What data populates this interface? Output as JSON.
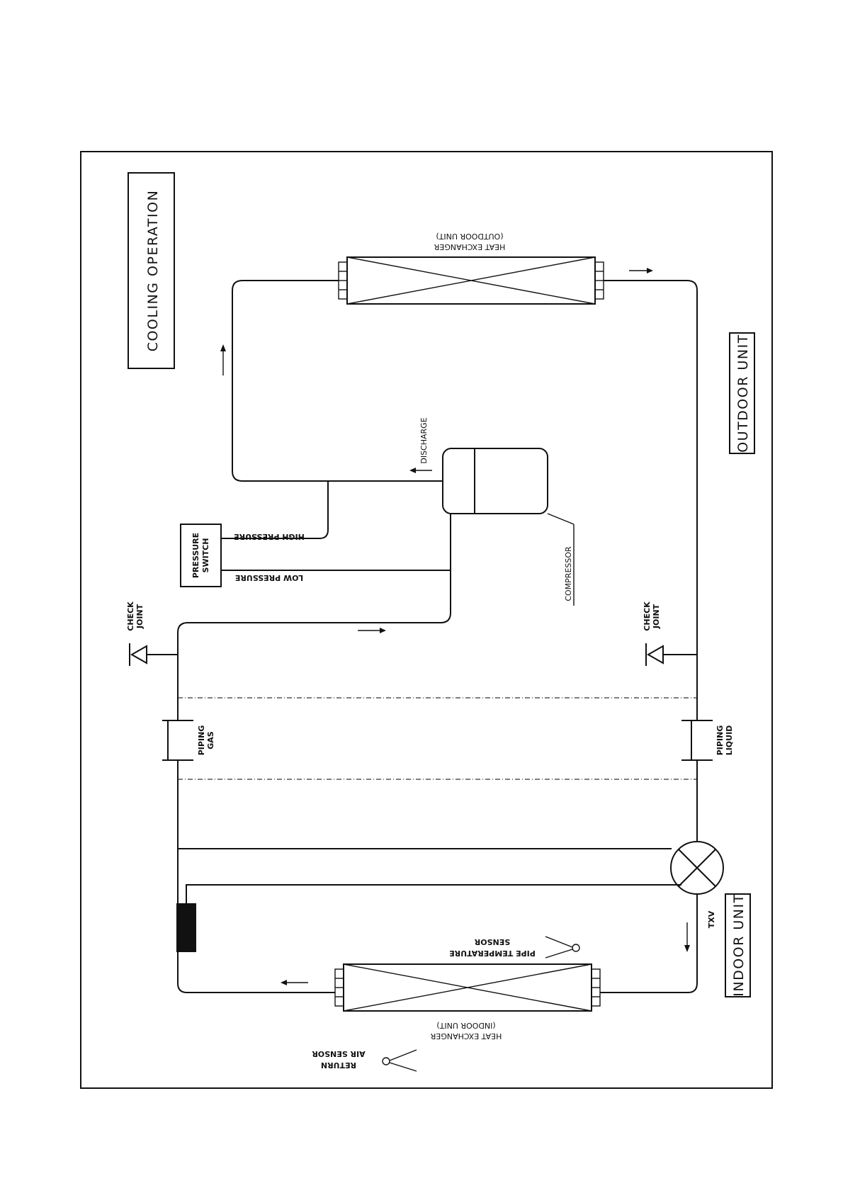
{
  "labels": {
    "mode_title": "COOLING OPERATION",
    "outdoor_unit": "OUTDOOR UNIT",
    "indoor_unit": "INDOOR UNIT",
    "hx_outdoor_line1": "HEAT EXCHANGER",
    "hx_outdoor_line2": "(OUTDOOR UNIT)",
    "hx_indoor_line1": "HEAT EXCHANGER",
    "hx_indoor_line2": "(INDOOR UNIT)",
    "discharge": "DISCHARGE",
    "compressor": "COMPRESSOR",
    "high_pressure": "HIGH PRESSURE",
    "low_pressure": "LOW PRESSURE",
    "pressure_switch_line1": "PRESSURE",
    "pressure_switch_line2": "SWITCH",
    "check_joint_line1": "CHECK",
    "check_joint_line2": "JOINT",
    "piping_gas_line1": "PIPING",
    "piping_gas_line2": "GAS",
    "piping_liquid_line1": "PIPING",
    "piping_liquid_line2": "LIQUID",
    "txv": "TXV",
    "pipe_temp_sensor_line1": "PIPE TEMPERATURE",
    "pipe_temp_sensor_line2": "SENSOR",
    "return_air_sensor_line1": "RETURN",
    "return_air_sensor_line2": "AIR SENSOR"
  }
}
